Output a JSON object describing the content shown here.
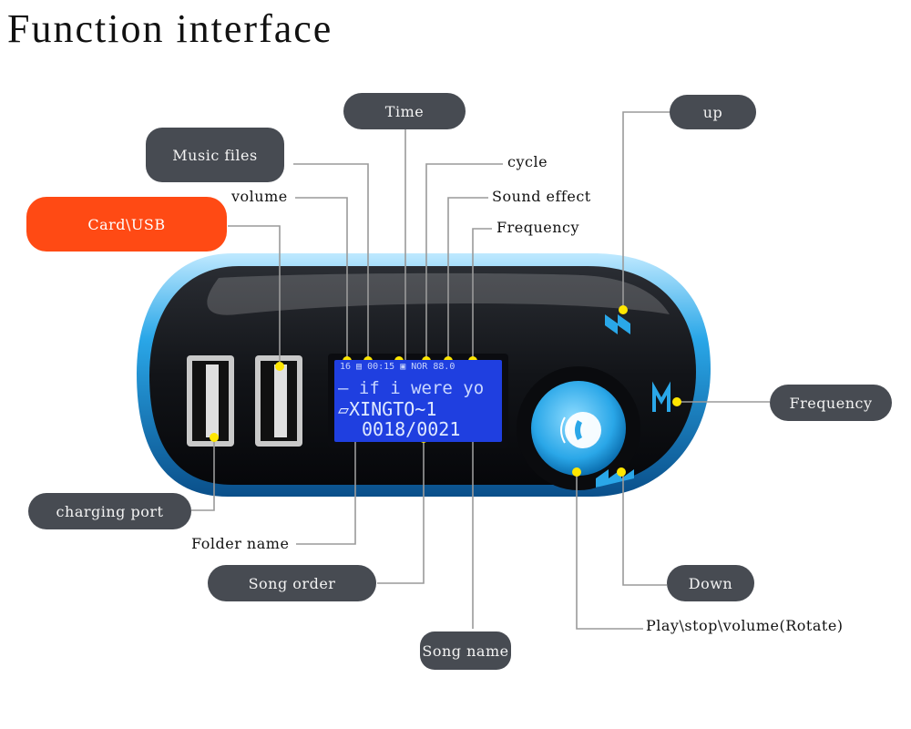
{
  "title": "Function interface",
  "labels": {
    "time": "Time",
    "music_files": "Music files",
    "cycle": "cycle",
    "volume": "volume",
    "sound_effect": "Sound effect",
    "card_usb": "Card\\USB",
    "frequency_top": "Frequency",
    "up": "up",
    "frequency_right": "Frequency",
    "charging_port": "charging port",
    "folder_name": "Folder name",
    "song_order": "Song order",
    "song_name": "Song name",
    "down": "Down",
    "play_stop_volume": "Play\\stop\\volume(Rotate)"
  },
  "lcd": {
    "row1": "16 ▤ 00:15 ▣ NOR 88.0",
    "row2": "— if i were yo",
    "row3": "▱XINGTO~1",
    "row4": "0018/0021"
  },
  "colors": {
    "pill": "#474b52",
    "accent_orange": "#ff4a14",
    "device_body": "#121418",
    "device_trim": "#2aa7e8",
    "lcd": "#1f3fe0",
    "marker": "#ffe600",
    "leader_line": "#9a9a9a"
  },
  "icons": [
    "usb-port-icon",
    "phone-icon",
    "prev-track-icon",
    "mode-icon",
    "next-track-icon"
  ]
}
